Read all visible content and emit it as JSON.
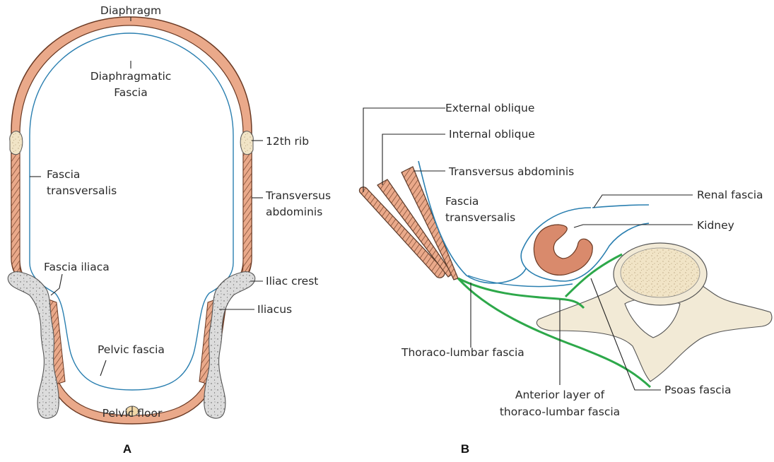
{
  "panel_a": {
    "caption": "A",
    "labels": {
      "diaphragm": "Diaphragm",
      "diaphragmatic_fascia_1": "Diaphragmatic",
      "diaphragmatic_fascia_2": "Fascia",
      "rib12": "12th rib",
      "fascia_transversalis_1": "Fascia",
      "fascia_transversalis_2": "transversalis",
      "transversus_1": "Transversus",
      "transversus_2": "abdominis",
      "fascia_iliaca": "Fascia iliaca",
      "iliac_crest": "Iliac crest",
      "iliacus": "Iliacus",
      "pelvic_fascia": "Pelvic fascia",
      "pelvic_floor": "Pelvic floor"
    }
  },
  "panel_b": {
    "caption": "B",
    "labels": {
      "external_oblique": "External oblique",
      "internal_oblique": "Internal oblique",
      "transversus": "Transversus abdominis",
      "fascia_transversalis_1": "Fascia",
      "fascia_transversalis_2": "transversalis",
      "renal_fascia": "Renal fascia",
      "kidney": "Kidney",
      "thoraco_lumbar": "Thoraco-lumbar fascia",
      "anterior_layer_1": "Anterior layer of",
      "anterior_layer_2": "thoraco-lumbar fascia",
      "psoas_fascia": "Psoas fascia"
    }
  },
  "colors": {
    "muscle": "#eaa98a",
    "muscle_outline": "#5a3a2a",
    "fascia_blue": "#2a7fb0",
    "fascia_green": "#2da84a",
    "bone": "#f2ead6",
    "bone_grey": "#d9d9d9",
    "kidney": "#d98a6c"
  }
}
